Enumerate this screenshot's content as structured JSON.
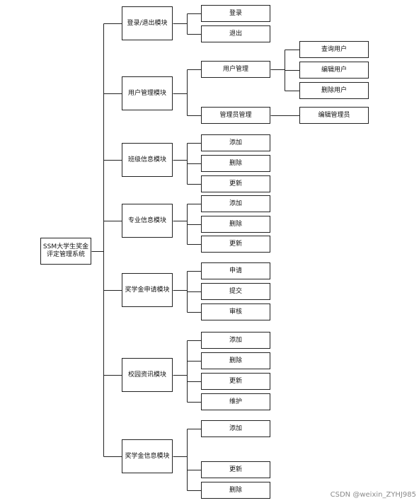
{
  "root": "SSM大学生奖金评定管理系统",
  "modules": [
    {
      "label": "登录/退出模块",
      "children": [
        {
          "label": "登录"
        },
        {
          "label": "退出"
        }
      ]
    },
    {
      "label": "用户管理模块",
      "children": [
        {
          "label": "用户管理",
          "children": [
            {
              "label": "查询用户"
            },
            {
              "label": "编辑用户"
            },
            {
              "label": "删除用户"
            }
          ]
        },
        {
          "label": "管理员管理",
          "children": [
            {
              "label": "编辑管理员"
            }
          ]
        }
      ]
    },
    {
      "label": "班级信息模块",
      "children": [
        {
          "label": "添加"
        },
        {
          "label": "删除"
        },
        {
          "label": "更新"
        }
      ]
    },
    {
      "label": "专业信息模块",
      "children": [
        {
          "label": "添加"
        },
        {
          "label": "删除"
        },
        {
          "label": "更新"
        }
      ]
    },
    {
      "label": "奖学金申请模块",
      "children": [
        {
          "label": "申请"
        },
        {
          "label": "提交"
        },
        {
          "label": "审核"
        }
      ]
    },
    {
      "label": "校园资讯模块",
      "children": [
        {
          "label": "添加"
        },
        {
          "label": "删除"
        },
        {
          "label": "更新"
        },
        {
          "label": "维护"
        }
      ]
    },
    {
      "label": "奖学金信息模块",
      "children": [
        {
          "label": "添加"
        },
        {
          "label": "更新"
        },
        {
          "label": "删除"
        }
      ]
    }
  ],
  "watermark": "CSDN @weixin_ZYHJ985"
}
